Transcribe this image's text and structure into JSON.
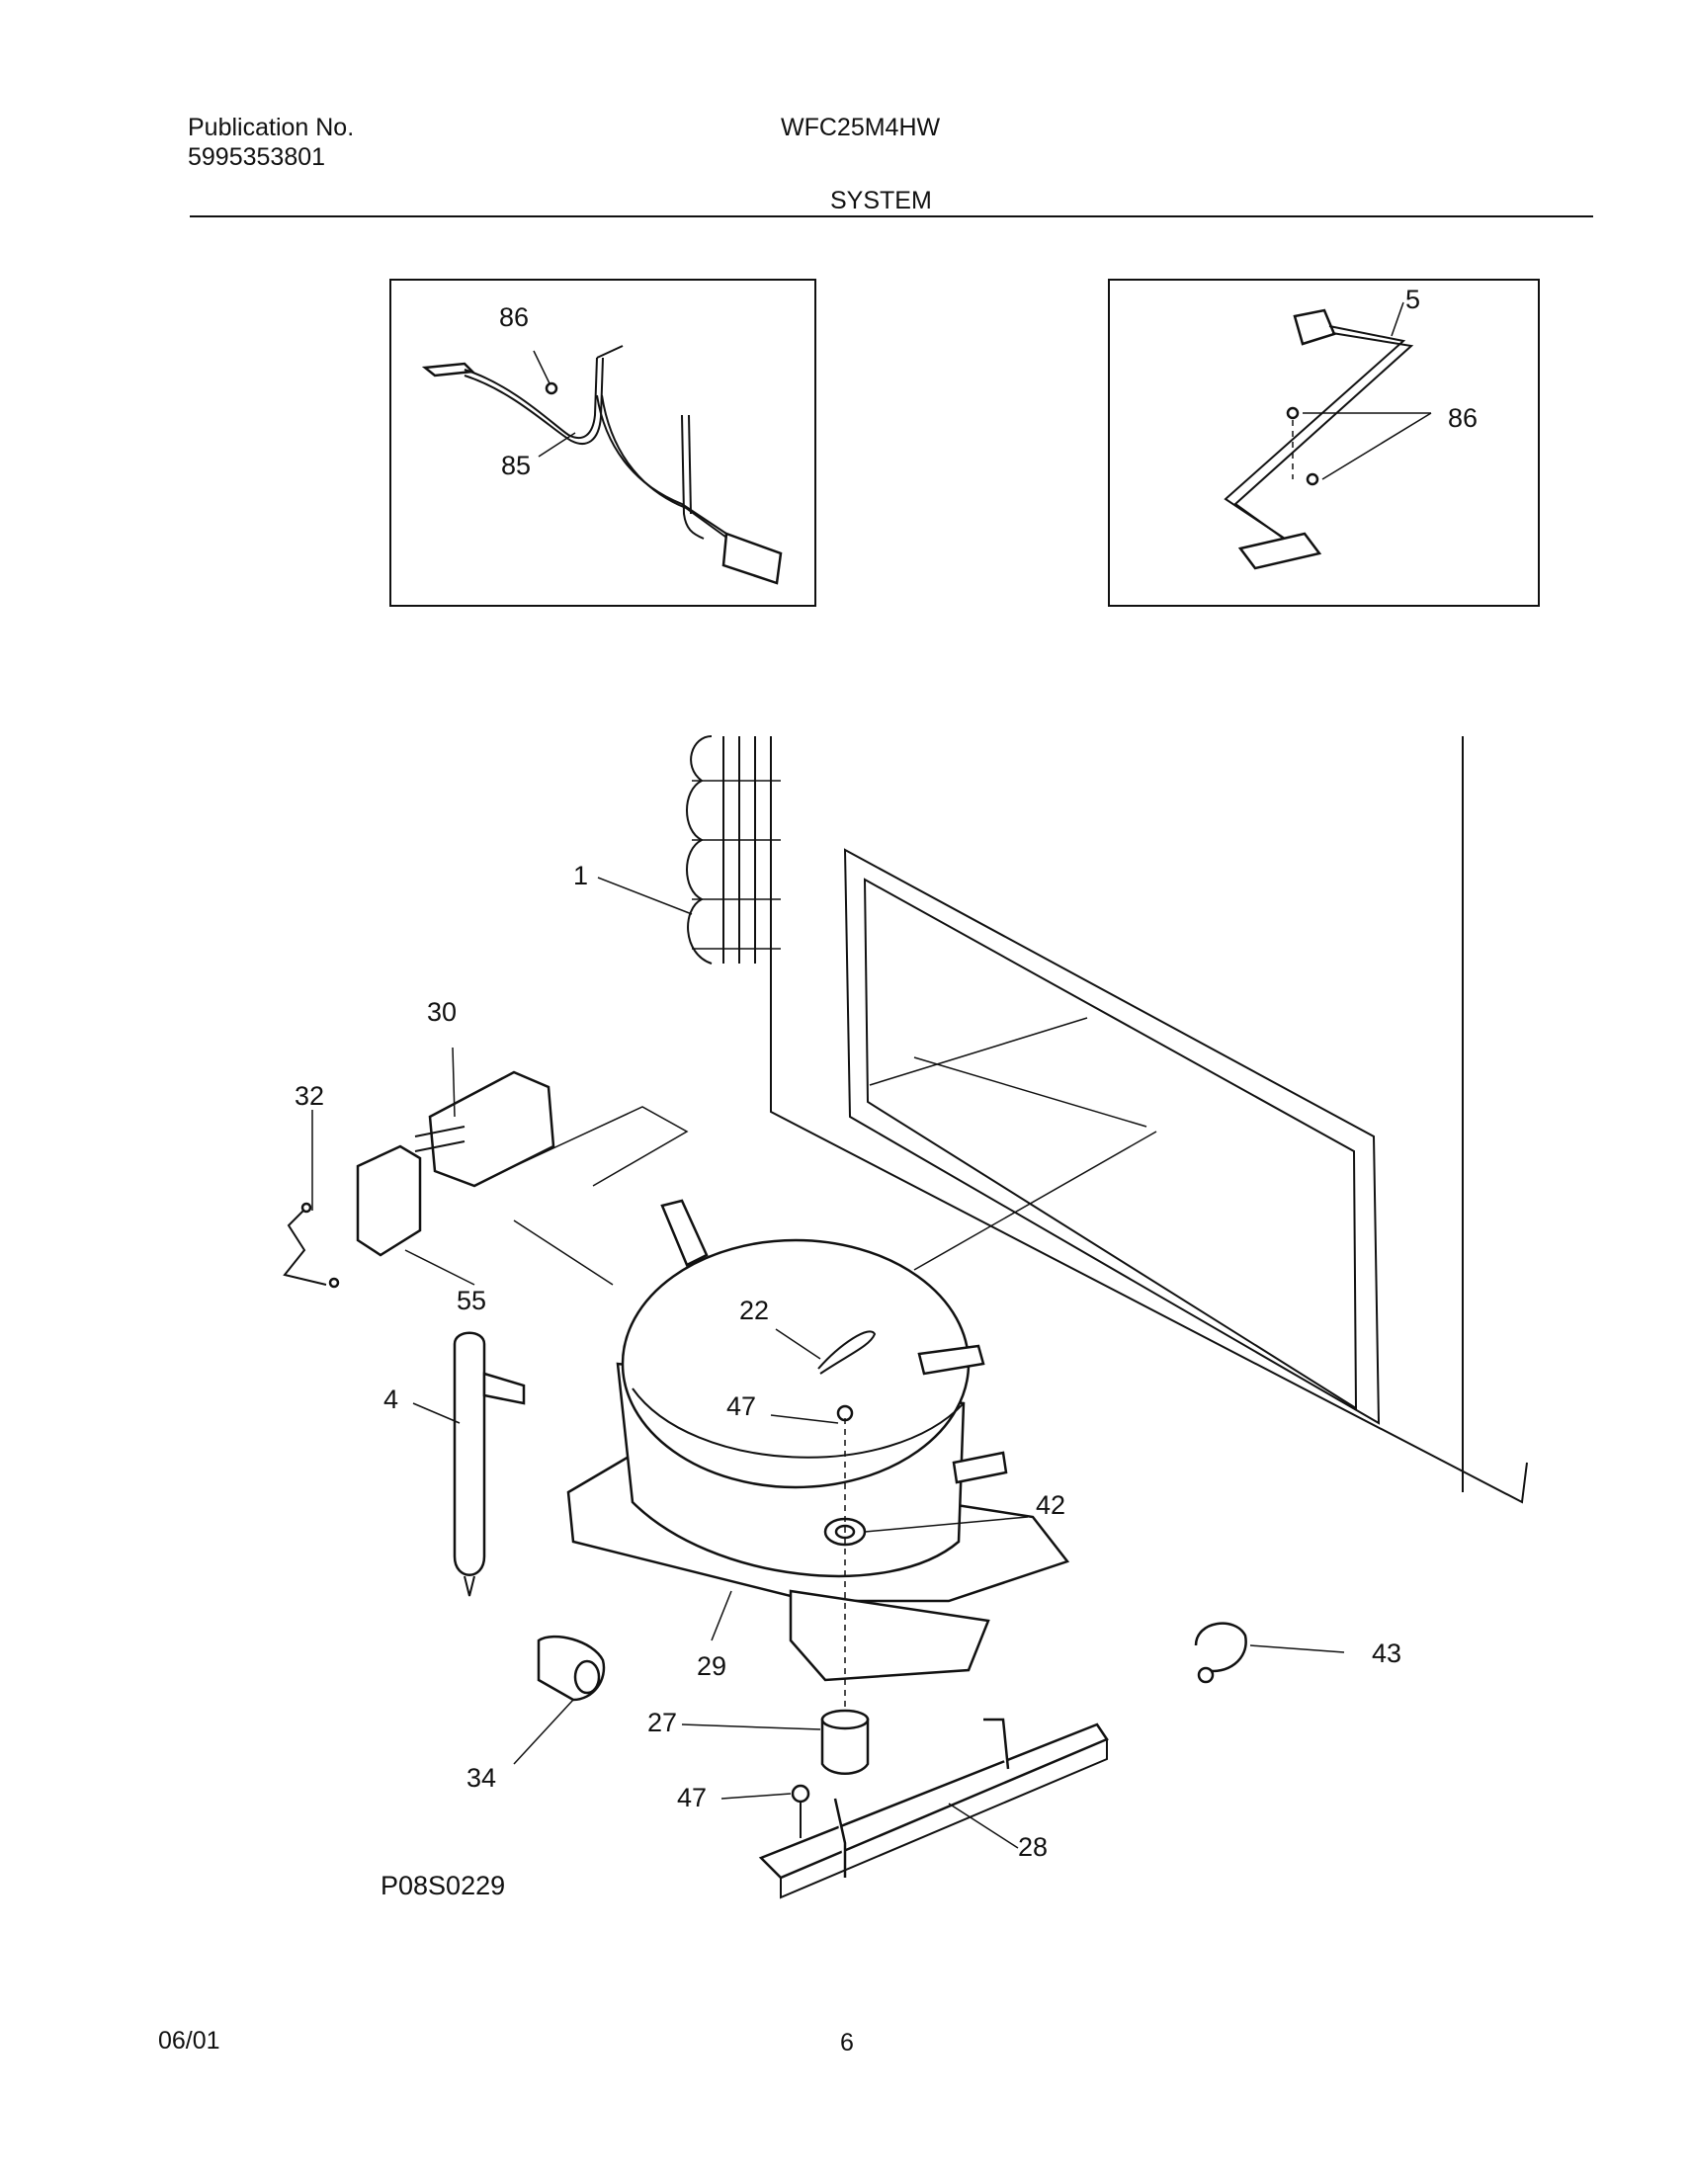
{
  "header": {
    "publication_label": "Publication No.",
    "publication_number": "5995353801",
    "model": "WFC25M4HW",
    "section": "SYSTEM"
  },
  "callouts": {
    "c1": "1",
    "c4": "4",
    "c5": "5",
    "c22": "22",
    "c27": "27",
    "c28": "28",
    "c29": "29",
    "c30": "30",
    "c32": "32",
    "c34": "34",
    "c42": "42",
    "c43": "43",
    "c47a": "47",
    "c47b": "47",
    "c55": "55",
    "c85": "85",
    "c86a": "86",
    "c86b": "86"
  },
  "diagram_code": "P08S0229",
  "footer": {
    "date": "06/01",
    "page": "6"
  }
}
